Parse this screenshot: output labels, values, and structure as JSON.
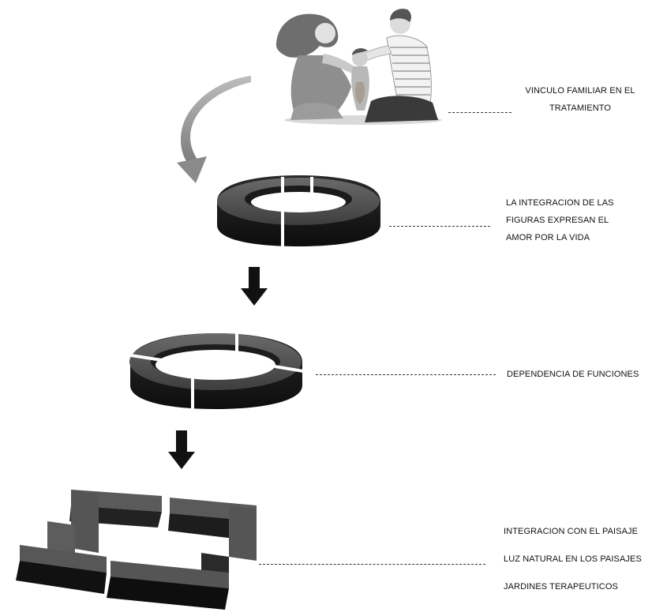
{
  "step1": {
    "lines": [
      "VINCULO FAMILIAR EN EL",
      "TRATAMIENTO"
    ]
  },
  "step2": {
    "lines": [
      "LA INTEGRACION DE LAS",
      "FIGURAS EXPRESAN EL",
      "AMOR POR LA VIDA"
    ]
  },
  "step3": {
    "lines": [
      "DEPENDENCIA DE FUNCIONES"
    ]
  },
  "step4": {
    "lines": [
      "INTEGRACION CON EL PAISAJE",
      "LUZ NATURAL EN LOS PAISAJES",
      "JARDINES TERAPEUTICOS"
    ]
  },
  "icons": [
    "family-hug-illustration",
    "curved-arrow-icon",
    "two-piece-ring-icon",
    "down-arrow-icon",
    "four-piece-ring-icon",
    "down-arrow-icon",
    "square-frame-icon"
  ]
}
